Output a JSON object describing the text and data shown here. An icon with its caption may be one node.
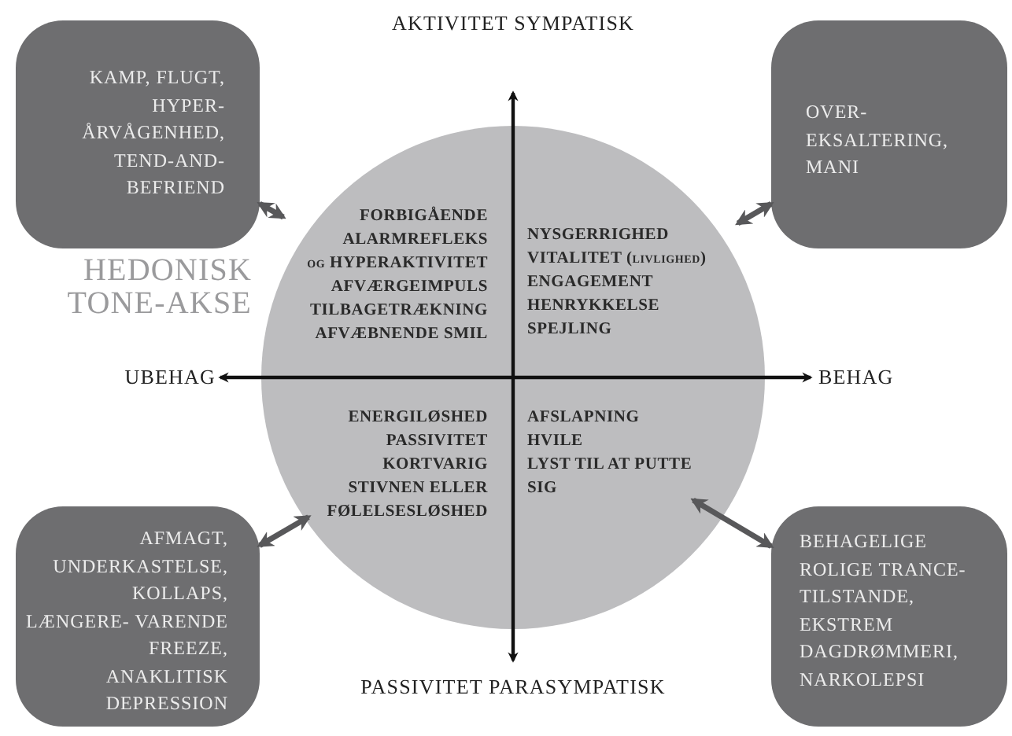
{
  "diagram": {
    "nodes": [
      {
        "text": [
          "KAMP, FLUGT, HYPER- ÅRVÅGENHED, TEND-AND- BEFRIEND"
        ]
      },
      {
        "text": [
          "OVER- EKSALTERING, MANI"
        ]
      },
      {
        "text": [],
        "shape": "circle"
      },
      {
        "text": [
          "FORBIGÅENDE",
          "ALARMREFLEKS",
          "og HYPERAKTIVITET",
          "AFVÆRGEIMPULS",
          "TILBAGETRÆKNING",
          "AFVÆBNENDE SMIL"
        ],
        "in": 2
      },
      {
        "text": [
          "NYSGERRIGHED",
          "VITALITET (livlighed)",
          "ENGAGEMENT",
          "HENRYKKELSE",
          "SPEJLING"
        ],
        "in": 2
      },
      {
        "text": [
          "ENERGILØSHED",
          "PASSIVITET",
          "KORTVARIG STIVNEN ELLER FØLELSESLØSHED"
        ],
        "in": 2
      },
      {
        "text": [
          "AFSLAPNING",
          "HVILE",
          "LYST TIL AT PUTTE SIG"
        ],
        "in": 2
      },
      {
        "text": [
          "AFMAGT, UNDERKASTELSE, KOLLAPS, LÆNGERE- VARENDE FREEZE, ANAKLITISK DEPRESSION"
        ]
      },
      {
        "text": [
          "BEHAGELIGE ROLIGE TRANCE- TILSTANDE, EKSTREM DAGDRØMMERI, NARKOLEPSI"
        ]
      }
    ],
    "edges": [
      {
        "from": 0,
        "to": 3,
        "arrow": "both"
      },
      {
        "from": 1,
        "to": 4,
        "arrow": "both"
      },
      {
        "from": 7,
        "to": 5,
        "arrow": "both"
      },
      {
        "from": 8,
        "to": 6,
        "arrow": "both"
      }
    ],
    "labels": [
      "AKTIVITET SYMPATISK",
      "HEDONISK TONE-AKSE",
      "UBEHAG",
      "BEHAG",
      "PASSIVITET PARASYMPATISK"
    ]
  }
}
